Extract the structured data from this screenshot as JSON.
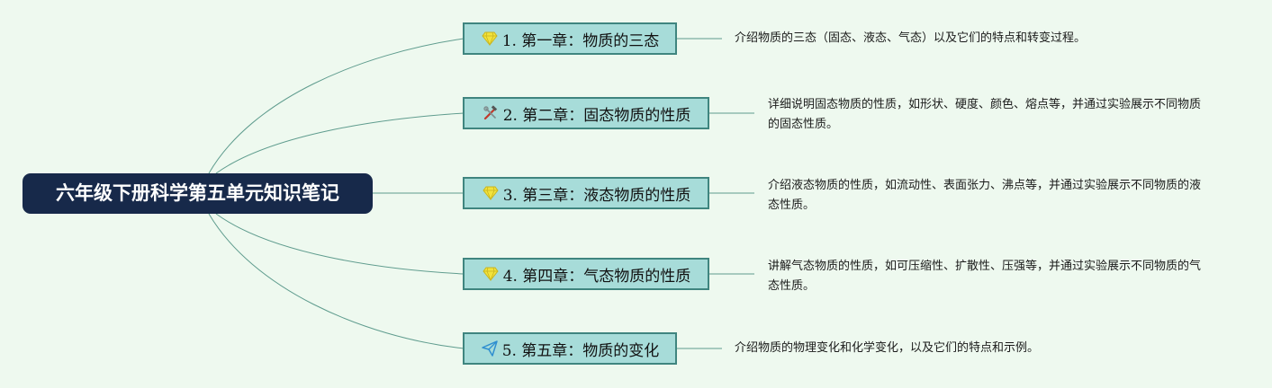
{
  "root": {
    "label": "六年级下册科学第五单元知识笔记"
  },
  "topics": [
    {
      "label": "1. 第一章：物质的三态",
      "icon": "diamond-icon",
      "description": "介绍物质的三态（固态、液态、气态）以及它们的特点和转变过程。"
    },
    {
      "label": "2. 第二章：固态物质的性质",
      "icon": "tools-icon",
      "description": "详细说明固态物质的性质，如形状、硬度、颜色、熔点等，并通过实验展示不同物质的固态性质。"
    },
    {
      "label": "3. 第三章：液态物质的性质",
      "icon": "diamond-icon",
      "description": "介绍液态物质的性质，如流动性、表面张力、沸点等，并通过实验展示不同物质的液态性质。"
    },
    {
      "label": "4. 第四章：气态物质的性质",
      "icon": "diamond-icon",
      "description": "讲解气态物质的性质，如可压缩性、扩散性、压强等，并通过实验展示不同物质的气态性质。"
    },
    {
      "label": "5. 第五章：物质的变化",
      "icon": "paper-plane-icon",
      "description": "介绍物质的物理变化和化学变化，以及它们的特点和示例。"
    }
  ],
  "colors": {
    "background": "#eef9ef",
    "root_fill": "#17294a",
    "topic_fill": "#a7dcd9",
    "topic_border": "#3f857f",
    "connector": "#5f9c8e",
    "diamond": "#f2e33c",
    "plane": "#2f8fd0"
  }
}
